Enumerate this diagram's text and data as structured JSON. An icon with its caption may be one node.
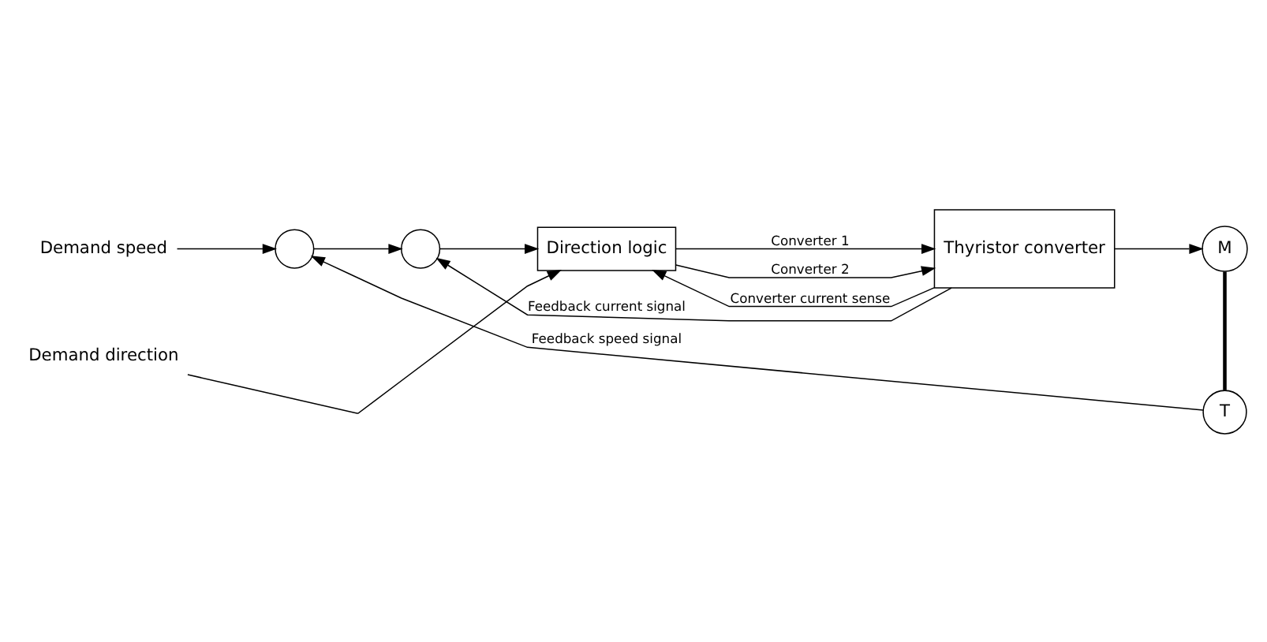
{
  "diagram": {
    "nodes": [
      {
        "text": [
          "Demand speed"
        ]
      },
      {
        "text": [],
        "shape": "circle"
      },
      {
        "text": [],
        "shape": "circle"
      },
      {
        "text": [
          "Direction logic"
        ]
      },
      {
        "text": [
          "Thyristor converter"
        ]
      },
      {
        "text": [
          "M"
        ]
      },
      {
        "text": [
          "T"
        ]
      },
      {
        "text": [
          "Demand direction"
        ]
      }
    ],
    "edges": [
      {
        "from": 0,
        "to": 1,
        "arrow": "to"
      },
      {
        "from": 1,
        "to": 2,
        "arrow": "to"
      },
      {
        "from": 2,
        "to": 3,
        "arrow": "to"
      },
      {
        "from": 3,
        "to": 4,
        "arrow": "to",
        "label": "Converter 1"
      },
      {
        "from": 3,
        "to": 4,
        "arrow": "to",
        "label": "Converter 2"
      },
      {
        "from": 4,
        "to": 5,
        "arrow": "to"
      },
      {
        "from": 4,
        "to": 2,
        "arrow": "to",
        "label": "Feedback current signal"
      },
      {
        "from": 4,
        "to": 3,
        "arrow": "to",
        "label": "Converter current sense"
      },
      {
        "from": 7,
        "to": 3,
        "arrow": "to"
      },
      {
        "from": 5,
        "to": 6,
        "arrow": "none",
        "style": "thick"
      },
      {
        "from": 6,
        "to": 1,
        "arrow": "to",
        "label": "Feedback speed signal"
      }
    ]
  }
}
